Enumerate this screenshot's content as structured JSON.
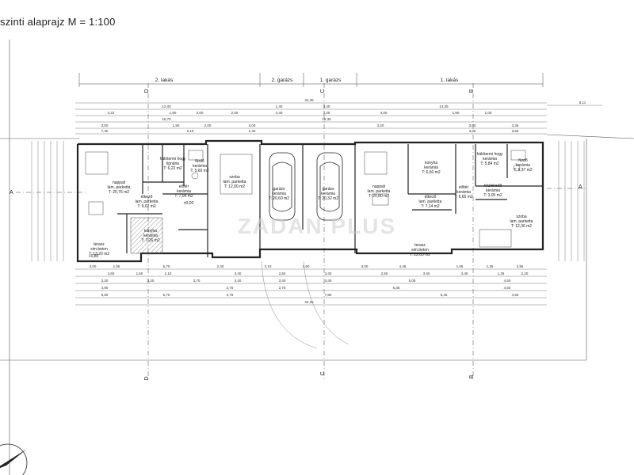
{
  "title": "szinti alaprajz M = 1:100",
  "units": [
    {
      "label": "2. lakás"
    },
    {
      "label": "2. garázs"
    },
    {
      "label": "1. garázs"
    },
    {
      "label": "1. lakás"
    }
  ],
  "section_marks": [
    "D",
    "C",
    "B",
    "A"
  ],
  "dims_top": {
    "total": "34,35",
    "right_ext": "5,11",
    "row1": [
      "12,00",
      "1,40",
      "3,40",
      "13,35"
    ],
    "row2": [
      "4,22",
      "1,90",
      "2,00",
      "2,00",
      "3,40",
      "3,20",
      "4,00",
      "1,90",
      "1,00"
    ],
    "row3": [
      "15,70",
      "18,30"
    ],
    "row4": [
      "3,00",
      "1,90",
      "2,00",
      "3,00",
      "3,20",
      "3,00",
      "3,35"
    ],
    "row5": [
      "7,30",
      "2,10",
      "2,40",
      "3,00",
      "3,65"
    ]
  },
  "dims_bottom": {
    "row1": [
      "3,00",
      "1,55",
      "5,70",
      "2,40",
      "3,10",
      "3,60",
      "3,00",
      "4,45",
      "1,65",
      "1,35",
      "2,95"
    ],
    "row2": [
      "2,60",
      "1,60",
      "2,10",
      "3,40",
      "2,50",
      "3,40",
      "2,50",
      "3,40",
      "3,40",
      "1,35",
      "2,20"
    ],
    "row3": [
      "3,20",
      "3,20",
      "3,70",
      "3,40",
      "3,40",
      "3,40",
      "5,05",
      "4,50"
    ],
    "row4": [
      "4,90",
      "2,75",
      "2,75",
      "6,35",
      "4,50"
    ],
    "row5": [
      "5,60",
      "5,70",
      "3,75",
      "7,80",
      "6,45",
      "4,50"
    ],
    "total": "34,35"
  },
  "rooms": [
    {
      "name": "nappali",
      "finish": "lam. parketta",
      "area": "T: 20,76 m2"
    },
    {
      "name": "hálótermi hogy",
      "finish": "lignária",
      "area": "T: 6,22 m2"
    },
    {
      "name": "fürdő",
      "finish": "kerámia",
      "area": "T: 5,60 m2"
    },
    {
      "name": "étkező",
      "finish": "lam. parketta",
      "area": "T: 9,02 m2"
    },
    {
      "name": "előtér",
      "finish": "kerámia",
      "area": "T: 7,04 m2"
    },
    {
      "name": "szoba",
      "finish": "lam. parketta",
      "area": "T: 12,00 m2"
    },
    {
      "name": "konyha",
      "finish": "kerámia",
      "area": "T: 7,26 m2"
    },
    {
      "name": "terasz",
      "finish": "sim.beton",
      "area": "T: 13,20 m2"
    },
    {
      "name": "garázs",
      "finish": "kerámia",
      "area": "T: 20,60 m2"
    },
    {
      "name": "garázs",
      "finish": "kerámia",
      "area": "T: 20,32 m2"
    },
    {
      "name": "nappali",
      "finish": "lam. parketta",
      "area": "T: 20,80 m2"
    },
    {
      "name": "konyha",
      "finish": "kerámia",
      "area": "T: 6,50 m2"
    },
    {
      "name": "étkező",
      "finish": "lam. parketta",
      "area": "T: 7,14 m2"
    },
    {
      "name": "előtér",
      "finish": "kerámia",
      "area": "T: 6,65 m2"
    },
    {
      "name": "terasz",
      "finish": "sim.beton",
      "area": "T: 22,63 m2"
    },
    {
      "name": "hálótermi hogy",
      "finish": "kerámia",
      "area": "T: 5,84 m2"
    },
    {
      "name": "fürdő",
      "finish": "kerámia",
      "area": "T: 6,37 m2"
    },
    {
      "name": "közlekedő",
      "finish": "kerámia",
      "area": "T: 3,05 m2"
    },
    {
      "name": "szoba",
      "finish": "lam. parketta",
      "area": "T: 12,36 m2"
    }
  ],
  "level_marks": [
    "±0,00",
    "+0,80"
  ],
  "watermark": "ZADAN PLUS",
  "colors": {
    "line": "#222222",
    "dim": "#444444",
    "hatch": "#9a9a9a",
    "wall": "#333333"
  }
}
